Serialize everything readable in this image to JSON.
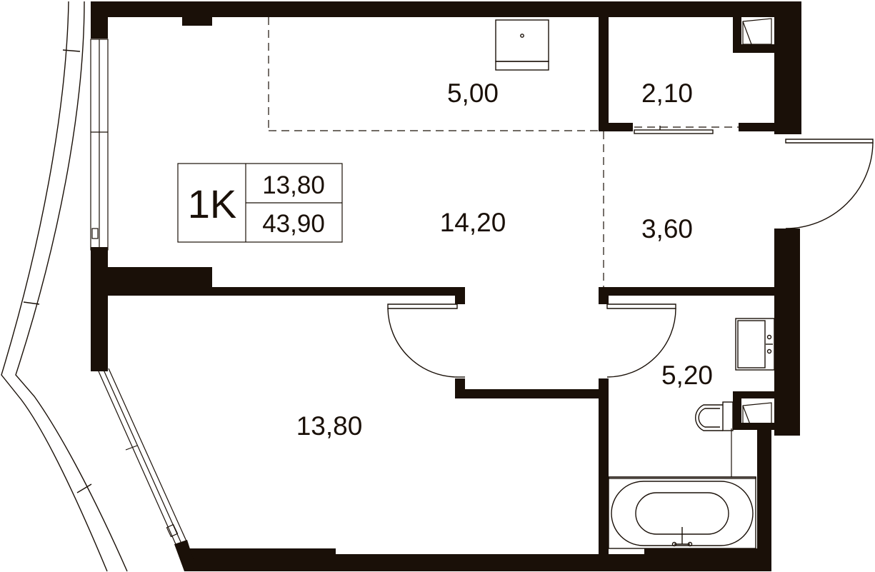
{
  "colors": {
    "wall": "#1a1008",
    "line": "#1a1008",
    "background": "#ffffff"
  },
  "badge": {
    "type": "1K",
    "living_area": "13,80",
    "total_area": "43,90"
  },
  "rooms": {
    "kitchen_area": "5,00",
    "wardrobe_area": "2,10",
    "living_area": "14,20",
    "hall_area": "3,60",
    "bathroom_area": "5,20",
    "bedroom_area": "13,80"
  },
  "icons": [
    "kitchen-sink-icon",
    "bathroom-sink-icon",
    "toilet-icon",
    "bathtub-icon",
    "door-swing-icon"
  ]
}
